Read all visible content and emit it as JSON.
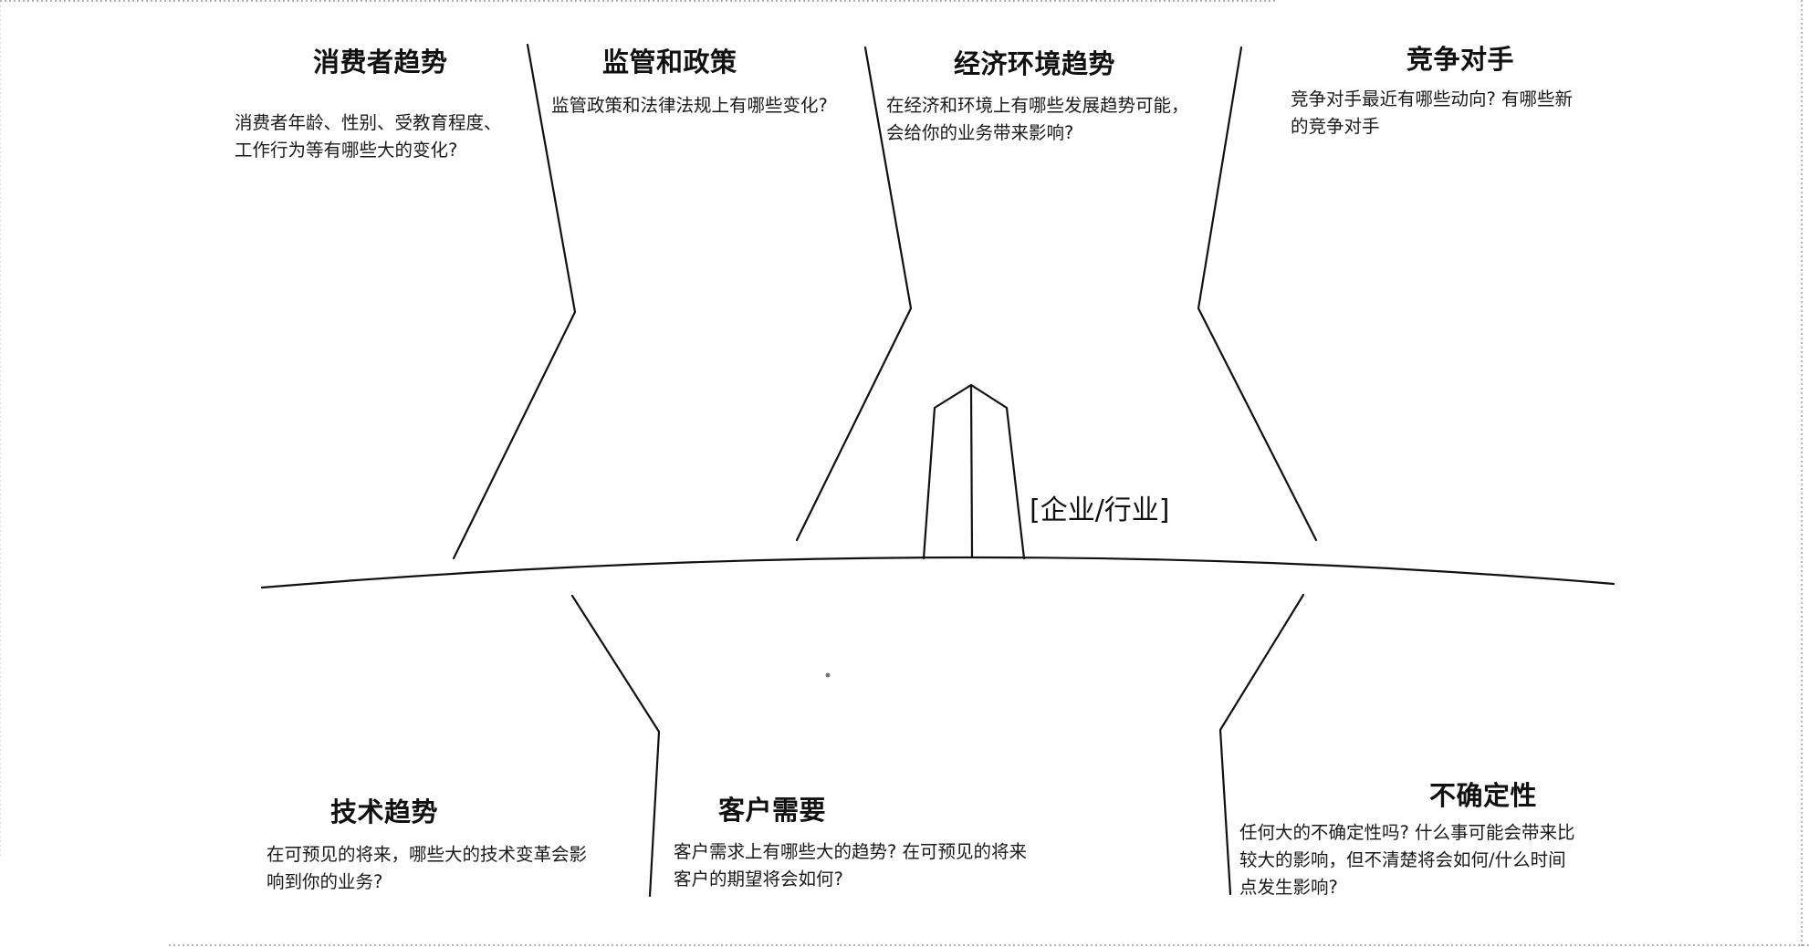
{
  "industry_label": "[企业/行业]",
  "sections": {
    "consumer_trends": {
      "title": "消费者趋势",
      "lines": [
        "消费者年龄、性别、受教育程度、",
        "工作行为等有哪些大的变化?"
      ]
    },
    "regulation_policy": {
      "title": "监管和政策",
      "lines": [
        "监管政策和法律法规上有哪些变化?"
      ]
    },
    "economic_environment": {
      "title": "经济环境趋势",
      "lines": [
        "在经济和环境上有哪些发展趋势可能，",
        "会给你的业务带来影响?"
      ]
    },
    "competitors": {
      "title": "竞争对手",
      "lines": [
        "竞争对手最近有哪些动向? 有哪些新",
        "的竞争对手"
      ]
    },
    "technology_trends": {
      "title": "技术趋势",
      "lines": [
        "在可预见的将来，哪些大的技术变革会影",
        "响到你的业务?"
      ]
    },
    "customer_needs": {
      "title": "客户需要",
      "lines": [
        "客户需求上有哪些大的趋势? 在可预见的将来",
        "客户的期望将会如何?"
      ]
    },
    "uncertainty": {
      "title": "不确定性",
      "lines": [
        "任何大的不确定性吗? 什么事可能会带来比",
        "较大的影响，但不清楚将会如何/什么时间",
        "点发生影响?"
      ]
    }
  }
}
